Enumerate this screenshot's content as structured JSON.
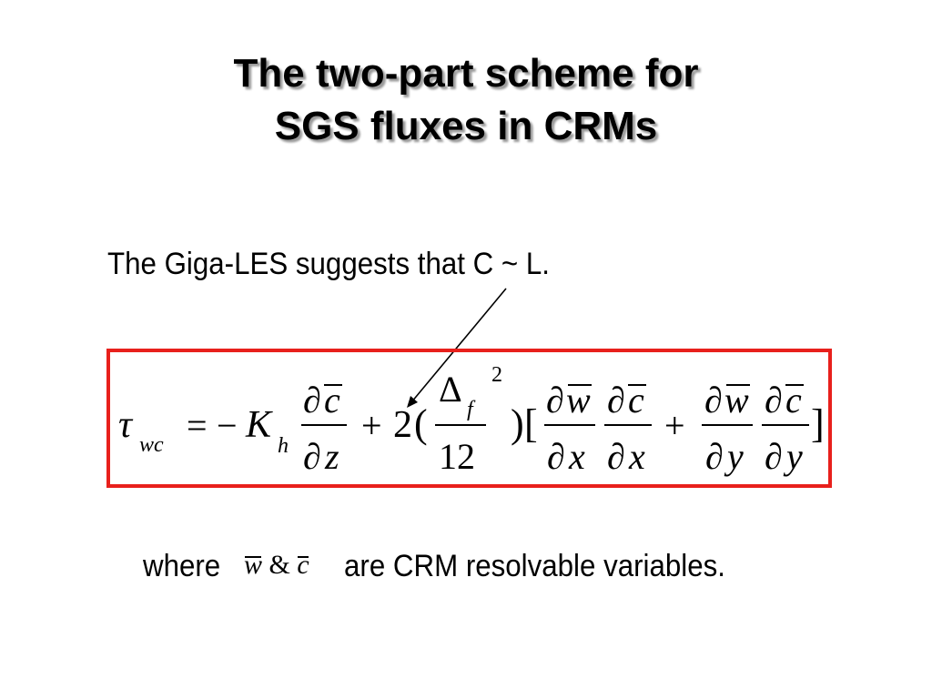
{
  "slide": {
    "title_line1": "The two-part scheme for",
    "title_line2": "SGS fluxes in CRMs",
    "note": "The Giga-LES suggests that C ~ L.",
    "equation": {
      "tau": "τ",
      "tau_sub": "wc",
      "equals": "=",
      "minus": "−",
      "K": "K",
      "K_sub": "h",
      "partial": "∂",
      "c": "c",
      "w": "w",
      "z": "z",
      "x": "x",
      "y": "y",
      "plus": "+",
      "two": "2",
      "lparen": "(",
      "rparen": ")",
      "delta": "Δ",
      "delta_sub": "f",
      "exponent": "2",
      "twelve": "12",
      "lbracket": "[",
      "rbracket": "]"
    },
    "where_label": "where",
    "where_w": "w",
    "where_amp": "&",
    "where_c": "c",
    "where_rest": "are CRM resolvable variables."
  },
  "colors": {
    "box_border": "#e8201c",
    "title_shadow": "#9a9a9a"
  }
}
